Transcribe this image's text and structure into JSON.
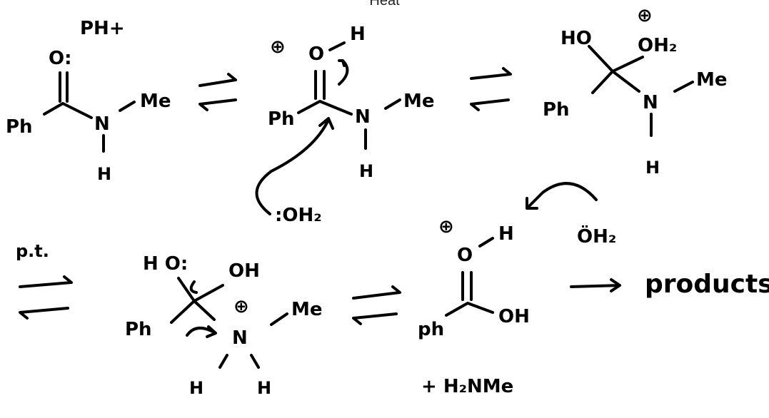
{
  "title": "Heat",
  "row1": {
    "s1": {
      "o": "O:",
      "proton": "PH+",
      "ph": "Ph",
      "n": "N",
      "me": "Me",
      "h": "H"
    },
    "s2": {
      "charge": "⊕",
      "o": "O",
      "h_top": "H",
      "ph": "Ph",
      "n": "N",
      "me": "Me",
      "h": "H",
      "water": ":OH₂"
    },
    "s3": {
      "ho": "HO",
      "charge": "⊕",
      "oh2": "OH₂",
      "ph": "Ph",
      "n": "N",
      "me": "Me",
      "h": "H"
    }
  },
  "row2": {
    "pt_label": "p.t.",
    "s4": {
      "ho": "H O:",
      "oh": "OH",
      "ph": "Ph",
      "charge": "⊕",
      "n": "N",
      "me": "Me",
      "h1": "H",
      "h2": "H"
    },
    "s5": {
      "charge": "⊕",
      "o": "O",
      "h": "H",
      "water": "ÖH₂",
      "ph": "ph",
      "oh": "OH",
      "byproduct": "+ H₂NMe"
    },
    "products": "products"
  }
}
